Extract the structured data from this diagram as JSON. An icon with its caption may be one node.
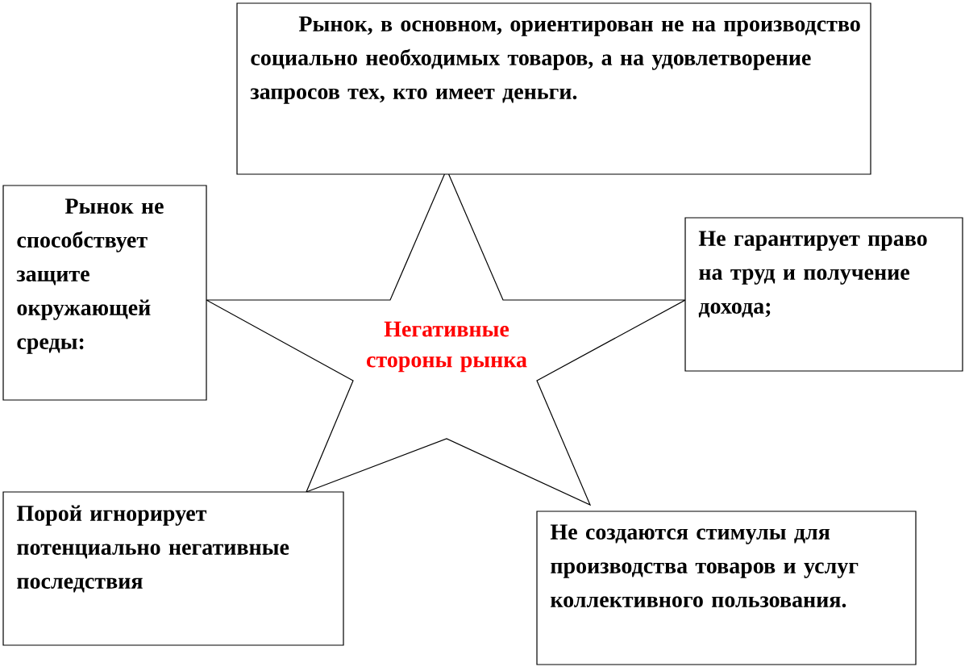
{
  "diagram": {
    "nodes": [
      {
        "text": [
          "Негативные стороны рынка"
        ]
      },
      {
        "text": [
          "Рынок, в основном, ориентирован не на производство социально необходимых товаров, а на удовлетворение запросов тех, кто имеет деньги."
        ]
      },
      {
        "text": [
          "Рынок не способствует защите окружающей среды:"
        ]
      },
      {
        "text": [
          "Не гарантирует право на труд и получение дохода;"
        ]
      },
      {
        "text": [
          "Порой игнорирует потенциально негативные последствия"
        ]
      },
      {
        "text": [
          "Не создаются стимулы для производства товаров и услуг коллективного пользования."
        ]
      }
    ]
  }
}
